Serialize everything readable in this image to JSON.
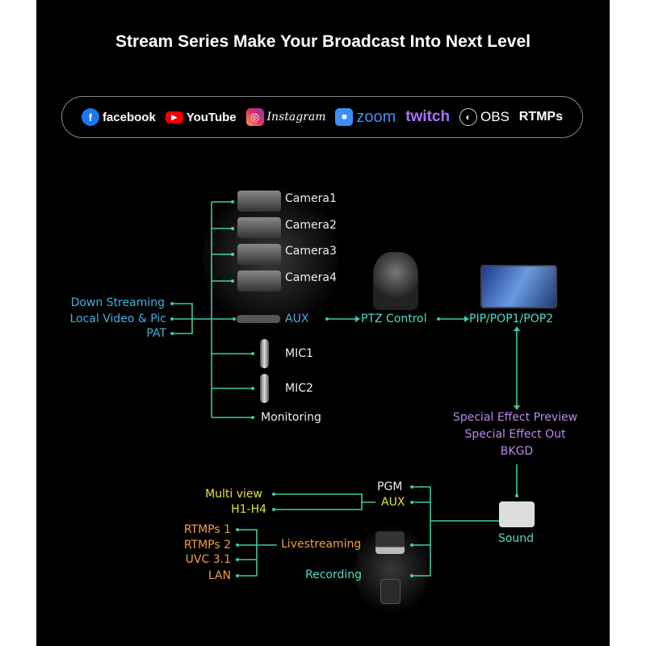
{
  "title": "Stream Series Make Your Broadcast Into Next Level",
  "platforms": [
    "facebook",
    "YouTube",
    "Instagram",
    "zoom",
    "twitch",
    "OBS",
    "RTMPs"
  ],
  "inputs": {
    "cameras": [
      "Camera1",
      "Camera2",
      "Camera3",
      "Camera4"
    ],
    "aux": "AUX",
    "mics": [
      "MIC1",
      "MIC2"
    ],
    "monitoring": "Monitoring"
  },
  "aux_sources": [
    "Down Streaming",
    "Local Video & Pic",
    "PAT"
  ],
  "ptz": "PTZ Control",
  "pip": "PIP/POP1/POP2",
  "effects": [
    "Special Effect Preview",
    "Special Effect Out",
    "BKGD"
  ],
  "sound": "Sound",
  "outputs": {
    "pgm": "PGM",
    "aux": "AUX",
    "multiview": [
      "Multi view",
      "H1-H4"
    ],
    "livestreaming": "Livestreaming",
    "stream_targets": [
      "RTMPs 1",
      "RTMPs 2",
      "UVC 3.1",
      "LAN"
    ],
    "recording": "Recording"
  },
  "colors": {
    "line": "#3ec9ac",
    "blue": "#3fb2e2",
    "purple": "#b88be6",
    "yellow": "#e6e23c",
    "orange": "#f0a040"
  }
}
